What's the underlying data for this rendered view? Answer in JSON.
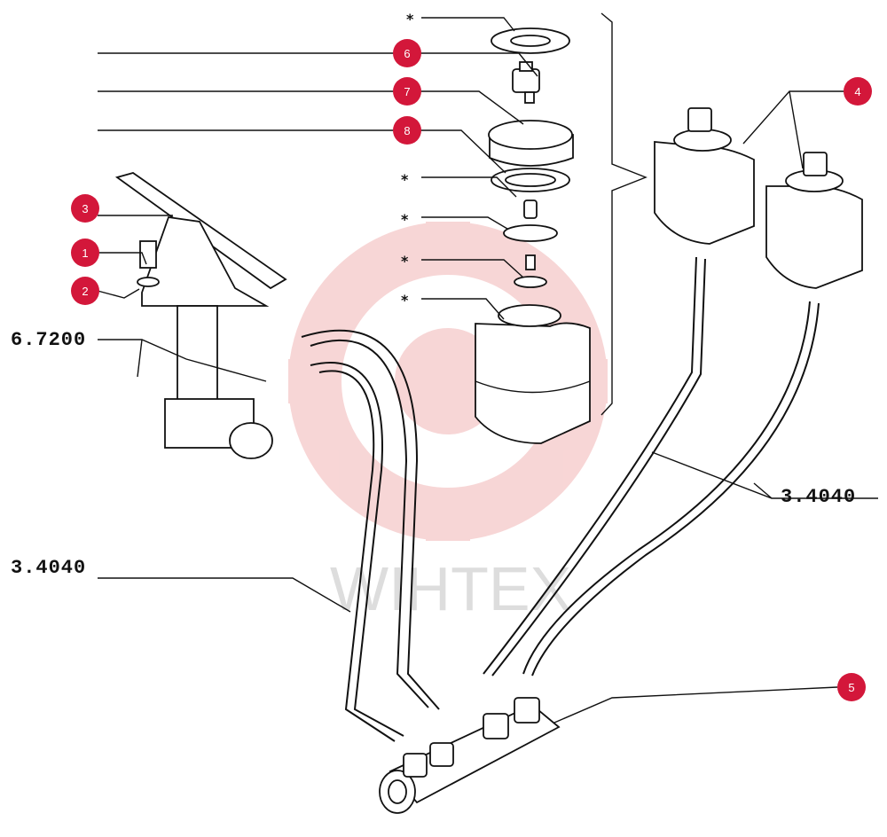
{
  "callouts": [
    {
      "label": "1"
    },
    {
      "label": "2"
    },
    {
      "label": "3"
    },
    {
      "label": "4"
    },
    {
      "label": "5"
    },
    {
      "label": "6"
    },
    {
      "label": "7"
    },
    {
      "label": "8"
    }
  ],
  "refs": {
    "left_group": "6.7200",
    "left_hoses": "3.4040",
    "right_hoses": "3.4040"
  },
  "star": "*",
  "watermark": "WIHTEX",
  "colors": {
    "callout_fill": "#d3173a",
    "watermark_logo": "#f2b5b5",
    "ink": "#111111"
  }
}
